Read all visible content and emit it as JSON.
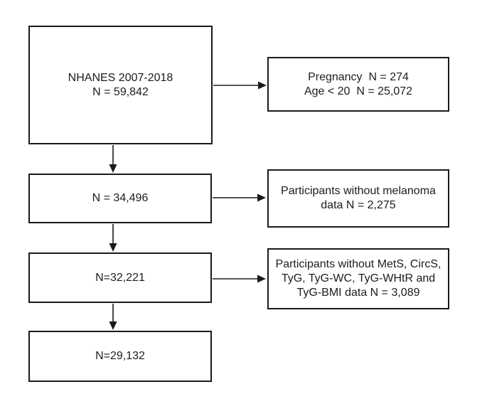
{
  "diagram": {
    "type": "flowchart",
    "line_color": "#1a1a1a",
    "background_color": "#ffffff",
    "steps": [
      {
        "id": "nhanes-source",
        "label": "NHANES 2007-2018\nN = 59,842"
      },
      {
        "id": "after-pregnancy-age-exclusion",
        "label": "N = 34,496"
      },
      {
        "id": "after-melanoma-exclusion",
        "label": "N=32,221"
      },
      {
        "id": "final-sample",
        "label": "N=29,132"
      }
    ],
    "exclusions": [
      {
        "id": "pregnancy-age",
        "label": "Pregnancy  N = 274\nAge < 20  N = 25,072"
      },
      {
        "id": "melanoma-data",
        "label": "Participants without melanoma\ndata N = 2,275"
      },
      {
        "id": "index-data",
        "label": "Participants without MetS, CircS,\nTyG, TyG-WC, TyG-WHtR and\nTyG-BMI data N = 3,089"
      }
    ]
  }
}
